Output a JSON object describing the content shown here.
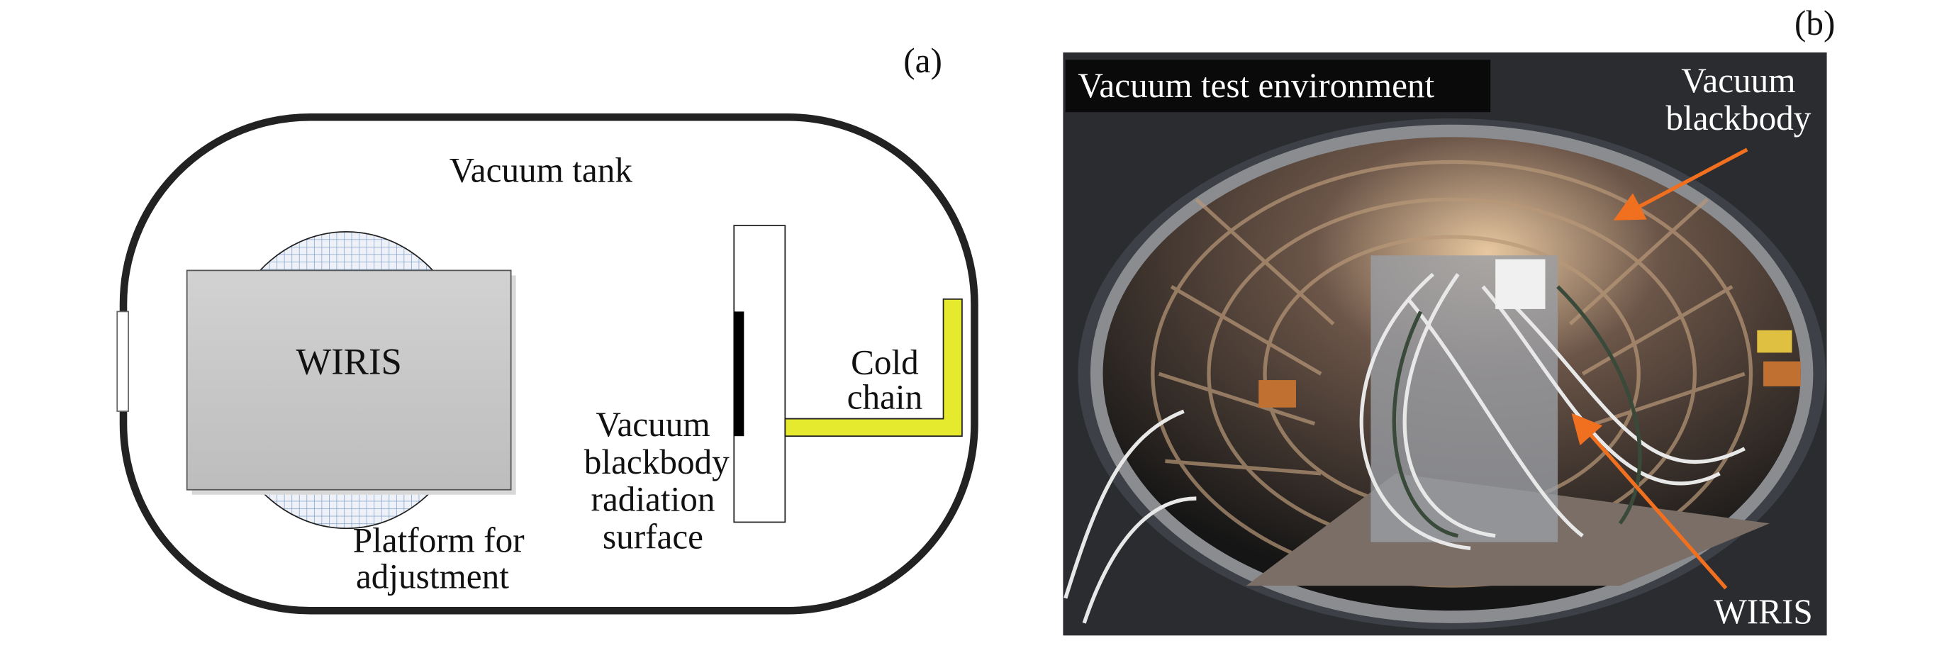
{
  "panel_a": {
    "label": "(a)",
    "tank_label": "Vacuum tank",
    "instrument_label": "WIRIS",
    "cold_chain_label": [
      "Cold",
      "chain"
    ],
    "blackbody_label": [
      "Vacuum",
      "blackbody",
      "radiation",
      "surface"
    ],
    "platform_label": [
      "Platform for",
      "adjustment"
    ],
    "colors": {
      "cold_chain": "#e6ea2e",
      "platform_grid": "#7f9cc8",
      "instrument": "#c8c8c8",
      "tank": "#222222"
    }
  },
  "panel_b": {
    "label": "(b)",
    "title_banner": "Vacuum test environment",
    "blackbody_callout": [
      "Vacuum",
      "blackbody"
    ],
    "instrument_callout": "WIRIS",
    "colors": {
      "arrow": "#f07020",
      "banner": "#0a0a0a"
    }
  }
}
